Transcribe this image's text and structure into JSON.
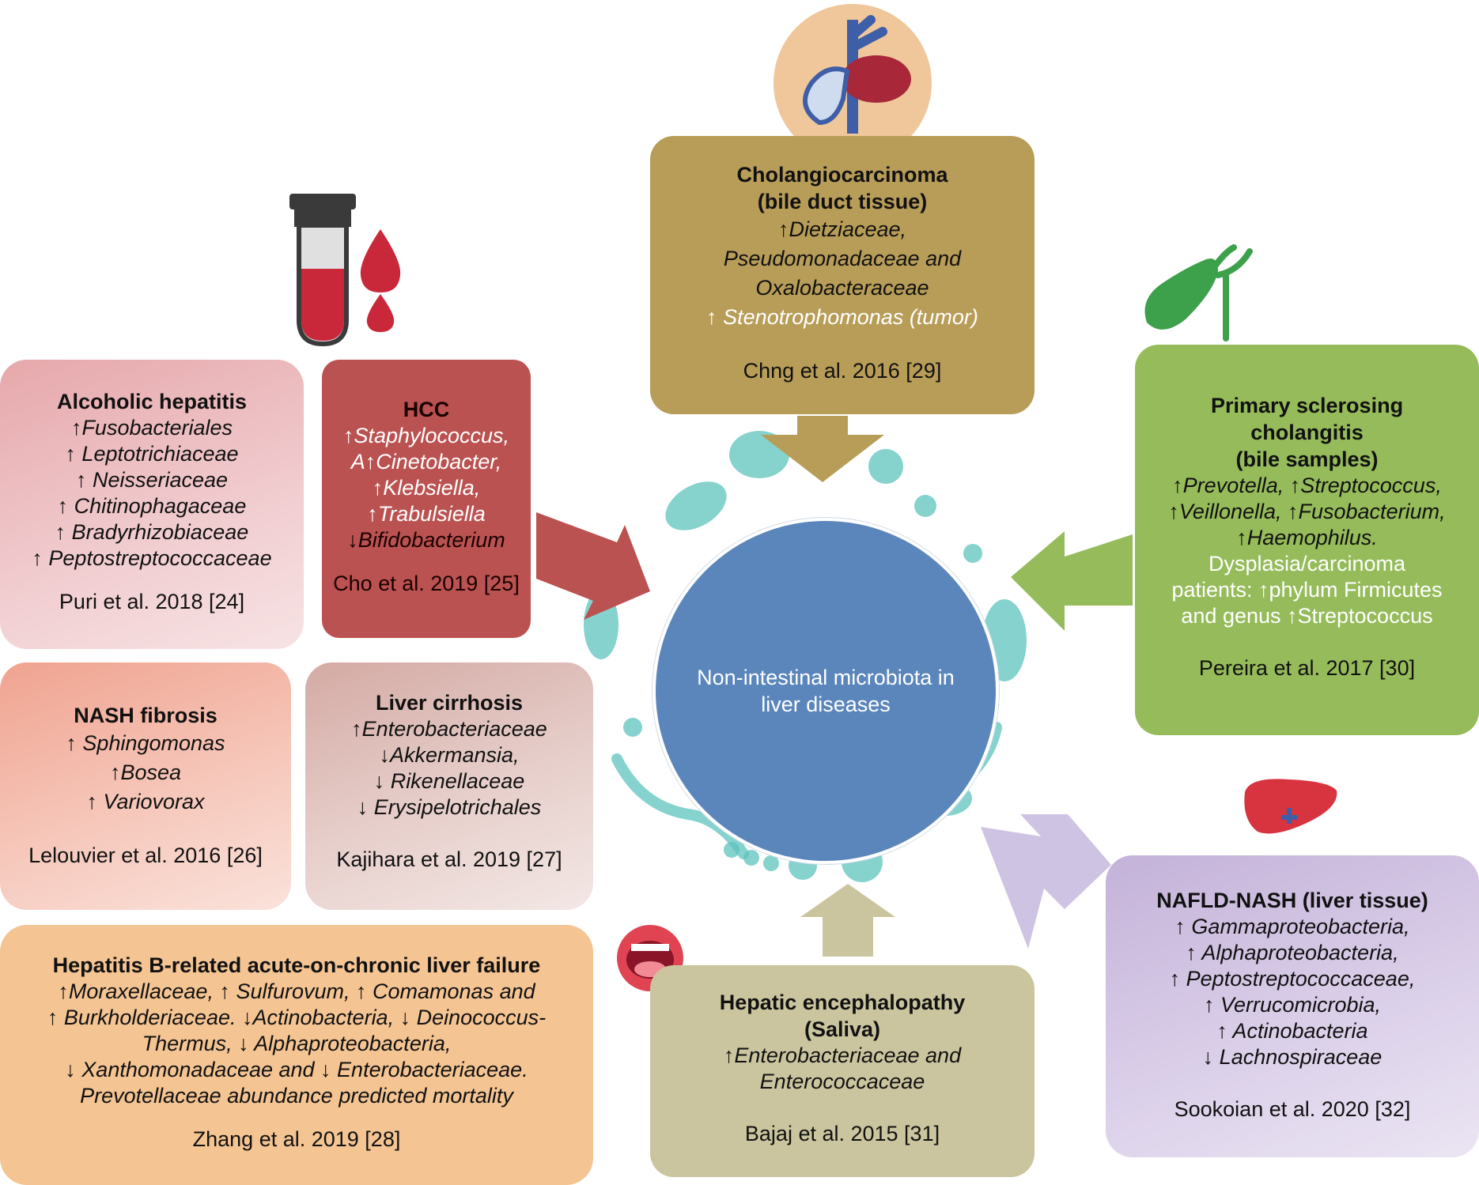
{
  "center": {
    "text": "Non-intestinal microbiota in liver diseases"
  },
  "boxes": {
    "alcoholic": {
      "title": "Alcoholic hepatitis",
      "lines": [
        "↑Fusobacteriales",
        "↑ Leptotrichiaceae",
        "↑ Neisseriaceae",
        "↑ Chitinophagaceae",
        "↑ Bradyrhizobiaceae",
        "↑ Peptostreptococcaceae"
      ],
      "citation": "Puri et al. 2018 [24]"
    },
    "hcc": {
      "title": "HCC",
      "lines": [
        "↑Staphylococcus,",
        "A↑Cinetobacter,",
        "↑Klebsiella,",
        "↑Trabulsiella",
        "↓Bifidobacterium"
      ],
      "citation": "Cho et al. 2019 [25]"
    },
    "chol": {
      "title": "Cholangiocarcinoma\n(bile duct tissue)",
      "lines": [
        "↑Dietziaceae,",
        "Pseudomonadaceae and",
        "Oxalobacteraceae",
        "↑ Stenotrophomonas (tumor)"
      ],
      "citation": "Chng et al. 2016 [29]"
    },
    "psc": {
      "title": "Primary sclerosing\ncholangitis\n(bile samples)",
      "lines": [
        "↑Prevotella, ↑Streptococcus,",
        "↑Veillonella, ↑Fusobacterium,",
        "↑Haemophilus.",
        "Dysplasia/carcinoma",
        "patients: ↑phylum Firmicutes",
        "and genus ↑Streptococcus"
      ],
      "citation": "Pereira et al. 2017 [30]"
    },
    "nash": {
      "title": "NASH fibrosis",
      "lines": [
        "↑ Sphingomonas",
        "↑Bosea",
        "↑ Variovorax"
      ],
      "citation": "Lelouvier et al. 2016 [26]"
    },
    "cirr": {
      "title": "Liver cirrhosis",
      "lines": [
        "↑Enterobacteriaceae",
        "↓Akkermansia,",
        "↓ Rikenellaceae",
        "↓ Erysipelotrichales"
      ],
      "citation": "Kajihara  et al. 2019 [27]"
    },
    "hepb": {
      "title": "Hepatitis B-related acute-on-chronic liver failure",
      "lines": [
        "↑Moraxellaceae, ↑ Sulfurovum, ↑ Comamonas and",
        "↑ Burkholderiaceae. ↓Actinobacteria, ↓ Deinococcus-",
        "Thermus, ↓ Alphaproteobacteria,",
        "↓ Xanthomonadaceae and ↓ Enterobacteriaceae.",
        "Prevotellaceae abundance predicted mortality"
      ],
      "citation": "Zhang et al. 2019 [28]"
    },
    "he": {
      "title": "Hepatic encephalopathy\n(Saliva)",
      "lines": [
        "↑Enterobacteriaceae and",
        "Enterococcaceae"
      ],
      "citation": "Bajaj et al. 2015 [31]"
    },
    "nafld": {
      "title": "NAFLD-NASH (liver tissue)",
      "lines": [
        "↑ Gammaproteobacteria,",
        "↑ Alphaproteobacteria,",
        "↑ Peptostreptococcaceae,",
        "↑ Verrucomicrobia,",
        "↑ Actinobacteria",
        "↓ Lachnospiraceae"
      ],
      "citation": "Sookoian et al. 2020 [32]"
    }
  },
  "colors": {
    "alcoholic": "#e6a8ab",
    "hcc": "#bb5252",
    "chol": "#b89d58",
    "psc": "#96bb5a",
    "nash": "#f0a390",
    "cirr": "#d4aaa4",
    "hepb": "#f4c493",
    "he": "#cbc59f",
    "nafld": "#c4b2d9",
    "center": "#5b86bb",
    "microbe": "#5ec3bd"
  },
  "icons": [
    "test-tube-icon",
    "blood-drop-icon",
    "bile-duct-icon",
    "gallbladder-icon",
    "liver-icon",
    "mouth-icon",
    "microbes-background"
  ]
}
